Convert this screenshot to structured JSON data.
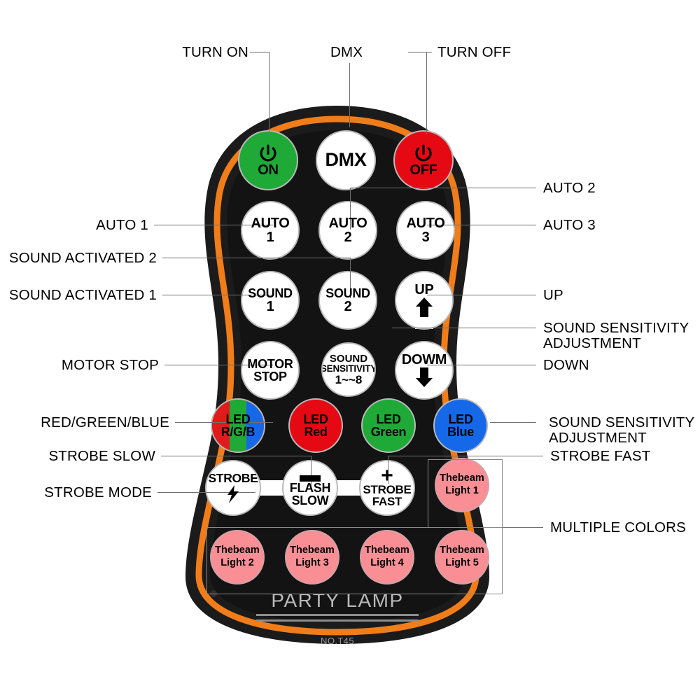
{
  "product": {
    "brand_name": "PARTY LAMP",
    "model_no": "NO.T45",
    "body_color": "#1b1b1b",
    "accent_color": "#f07d1a"
  },
  "buttons": {
    "on": {
      "line1": "ON",
      "line2": "",
      "icon": "power-icon",
      "color": "#1faa38"
    },
    "dmx": {
      "line1": "DMX",
      "line2": "",
      "icon": "",
      "color": "#ffffff"
    },
    "off": {
      "line1": "OFF",
      "line2": "",
      "icon": "power-icon",
      "color": "#e50914"
    },
    "auto1": {
      "line1": "AUTO",
      "line2": "1",
      "icon": "",
      "color": "#ffffff"
    },
    "auto2": {
      "line1": "AUTO",
      "line2": "2",
      "icon": "",
      "color": "#ffffff"
    },
    "auto3": {
      "line1": "AUTO",
      "line2": "3",
      "icon": "",
      "color": "#ffffff"
    },
    "sound1": {
      "line1": "SOUND",
      "line2": "1",
      "icon": "",
      "color": "#ffffff"
    },
    "sound2": {
      "line1": "SOUND",
      "line2": "2",
      "icon": "",
      "color": "#ffffff"
    },
    "up": {
      "line1": "UP",
      "line2": "",
      "icon": "arrow-up-icon",
      "color": "#ffffff"
    },
    "motorstop": {
      "line1": "MOTOR",
      "line2": "STOP",
      "icon": "",
      "color": "#ffffff"
    },
    "sens": {
      "line1": "SOUND",
      "line2": "SENSITIVITY",
      "line3": "1~~8",
      "icon": "",
      "color": "#ffffff"
    },
    "down": {
      "line1": "DOWM",
      "line2": "",
      "icon": "arrow-down-icon",
      "color": "#ffffff"
    },
    "led_rgb": {
      "line1": "LED",
      "line2": "R/G/B",
      "icon": "",
      "color": "#e01b1b"
    },
    "led_red": {
      "line1": "LED",
      "line2": "Red",
      "icon": "",
      "color": "#e01b1b"
    },
    "led_green": {
      "line1": "LED",
      "line2": "Green",
      "icon": "",
      "color": "#1faa38"
    },
    "led_blue": {
      "line1": "LED",
      "line2": "Blue",
      "icon": "",
      "color": "#1569e8"
    },
    "strobe": {
      "line1": "STROBE",
      "line2": "",
      "icon": "lightning-bolt-icon",
      "color": "#ffffff"
    },
    "flash_slow": {
      "line1": "FLASH",
      "line2": "SLOW",
      "icon": "minus-icon",
      "color": "#ffffff"
    },
    "strobe_fast": {
      "line1": "STROBE",
      "line2": "FAST",
      "icon": "plus-icon",
      "color": "#ffffff"
    },
    "beam1": {
      "line1": "Thebeam",
      "line2": "Light 1",
      "icon": "",
      "color": "#f98e95"
    },
    "beam2": {
      "line1": "Thebeam",
      "line2": "Light 2",
      "icon": "",
      "color": "#f98e95"
    },
    "beam3": {
      "line1": "Thebeam",
      "line2": "Light 3",
      "icon": "",
      "color": "#f98e95"
    },
    "beam4": {
      "line1": "Thebeam",
      "line2": "Light 4",
      "icon": "",
      "color": "#f98e95"
    },
    "beam5": {
      "line1": "Thebeam",
      "line2": "Light 5",
      "icon": "",
      "color": "#f98e95"
    }
  },
  "callouts": {
    "turn_on": "TURN ON",
    "dmx": "DMX",
    "turn_off": "TURN OFF",
    "auto1": "AUTO 1",
    "auto2": "AUTO 2",
    "auto3": "AUTO 3",
    "sound2": "SOUND ACTIVATED 2",
    "sound1": "SOUND ACTIVATED 1",
    "up": "UP",
    "sens_right_1": "SOUND SENSITIVITY",
    "sens_right_2": "ADJUSTMENT",
    "motor_stop": "MOTOR STOP",
    "down": "DOWN",
    "rgb": "RED/GREEN/BLUE",
    "sens_right_b_1": "SOUND SENSITIVITY",
    "sens_right_b_2": "ADJUSTMENT",
    "strobe_slow": "STROBE SLOW",
    "strobe_fast": "STROBE FAST",
    "strobe_mode": "STROBE MODE",
    "multiple_colors": "MULTIPLE COLORS"
  }
}
